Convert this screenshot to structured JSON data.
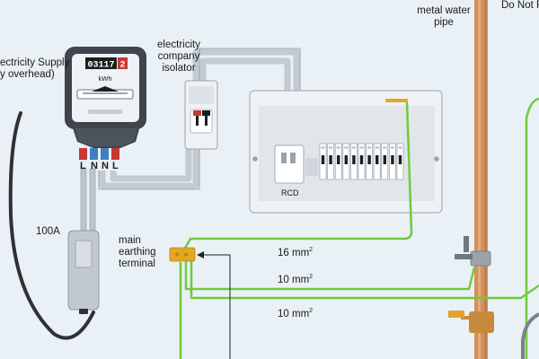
{
  "labels": {
    "supply_line1": "ectricity Supply",
    "supply_line2": "y overhead)",
    "isolator_line1": "electricity",
    "isolator_line2": "company",
    "isolator_line3": "isolator",
    "pipe_line1": "metal water",
    "pipe_line2": "pipe",
    "do_not": "Do Not F",
    "fuse_rating": "100A",
    "met_line1": "main",
    "met_line2": "earthing",
    "met_line3": "terminal",
    "rcd": "RCD",
    "cable_1_size": "16 mm",
    "cable_2_size": "10 mm",
    "cable_3_size": "10 mm",
    "unit_power": "2"
  },
  "meter": {
    "reading": "03117",
    "last_digit": "2",
    "unit": "kWh",
    "terminals": [
      "L",
      "N",
      "N",
      "L"
    ]
  },
  "colors": {
    "background": "#e9f1f6",
    "earth_wire": "#72c93d",
    "copper_pipe": "#d2915c",
    "meter_body": "#3e454d",
    "tails_grey": "#c5ccd3",
    "busbar": "#e2a823",
    "live_red": "#c73a33",
    "neutral_blue": "#3e7fc1"
  }
}
